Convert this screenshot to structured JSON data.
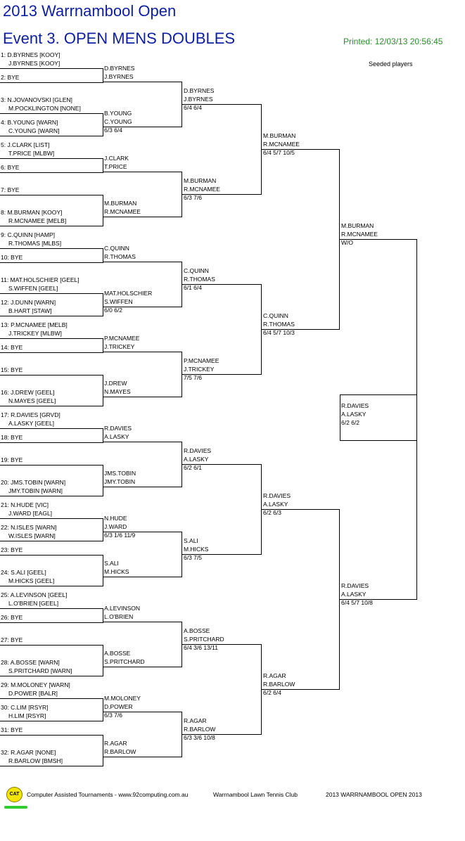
{
  "header": {
    "title": "2013 Warrnambool Open",
    "event": "Event 3. OPEN MENS DOUBLES",
    "printed": "Printed: 12/03/13 20:56:45",
    "seeded_note": "Seeded players"
  },
  "round1": [
    [
      "1: D.BYRNES [KOOY]",
      "J.BYRNES [KOOY]"
    ],
    [
      "2: BYE"
    ],
    [
      "3: N.JOVANOVSKI [GLEN]",
      "M.POCKLINGTON [NONE]"
    ],
    [
      "4: B.YOUNG [WARN]",
      "C.YOUNG [WARN]"
    ],
    [
      "5: J.CLARK [LIST]",
      "T.PRICE [MLBW]"
    ],
    [
      "6: BYE"
    ],
    [
      "7: BYE"
    ],
    [
      "8: M.BURMAN [KOOY]",
      "R.MCNAMEE [MELB]"
    ],
    [
      "9: C.QUINN [HAMP]",
      "R.THOMAS [MLBS]"
    ],
    [
      "10: BYE"
    ],
    [
      "11: MAT.HOLSCHIER [GEEL]",
      "S.WIFFEN [GEEL]"
    ],
    [
      "12: J.DUNN [WARN]",
      "B.HART [STAW]"
    ],
    [
      "13: P.MCNAMEE [MELB]",
      "J.TRICKEY [MLBW]"
    ],
    [
      "14: BYE"
    ],
    [
      "15: BYE"
    ],
    [
      "16: J.DREW [GEEL]",
      "N.MAYES [GEEL]"
    ],
    [
      "17: R.DAVIES [GRVD]",
      "A.LASKY [GEEL]"
    ],
    [
      "18: BYE"
    ],
    [
      "19: BYE"
    ],
    [
      "20: JMS.TOBIN [WARN]",
      "JMY.TOBIN [WARN]"
    ],
    [
      "21: N.HUDE [VIC]",
      "J.WARD [EAGL]"
    ],
    [
      "22: N.ISLES [WARN]",
      "W.ISLES [WARN]"
    ],
    [
      "23: BYE"
    ],
    [
      "24: S.ALI [GEEL]",
      "M.HICKS [GEEL]"
    ],
    [
      "25: A.LEVINSON [GEEL]",
      "L.O'BRIEN [GEEL]"
    ],
    [
      "26: BYE"
    ],
    [
      "27: BYE"
    ],
    [
      "28: A.BOSSE [WARN]",
      "S.PRITCHARD [WARN]"
    ],
    [
      "29: M.MOLONEY [WARN]",
      "D.POWER [BALR]"
    ],
    [
      "30: C.LIM [RSYR]",
      "H.LIM [RSYR]"
    ],
    [
      "31: BYE"
    ],
    [
      "32: R.AGAR [NONE]",
      "R.BARLOW [BMSH]"
    ]
  ],
  "round2": [
    {
      "p1": "D.BYRNES",
      "p2": "J.BYRNES",
      "score": ""
    },
    {
      "p1": "B.YOUNG",
      "p2": "C.YOUNG",
      "score": "6/3 6/4"
    },
    {
      "p1": "J.CLARK",
      "p2": "T.PRICE",
      "score": ""
    },
    {
      "p1": "M.BURMAN",
      "p2": "R.MCNAMEE",
      "score": ""
    },
    {
      "p1": "C.QUINN",
      "p2": "R.THOMAS",
      "score": ""
    },
    {
      "p1": "MAT.HOLSCHIER",
      "p2": "S.WIFFEN",
      "score": "6/0 6/2"
    },
    {
      "p1": "P.MCNAMEE",
      "p2": "J.TRICKEY",
      "score": ""
    },
    {
      "p1": "J.DREW",
      "p2": "N.MAYES",
      "score": ""
    },
    {
      "p1": "R.DAVIES",
      "p2": "A.LASKY",
      "score": ""
    },
    {
      "p1": "JMS.TOBIN",
      "p2": "JMY.TOBIN",
      "score": ""
    },
    {
      "p1": "N.HUDE",
      "p2": "J.WARD",
      "score": "6/3 1/6 11/9"
    },
    {
      "p1": "S.ALI",
      "p2": "M.HICKS",
      "score": ""
    },
    {
      "p1": "A.LEVINSON",
      "p2": "L.O'BRIEN",
      "score": ""
    },
    {
      "p1": "A.BOSSE",
      "p2": "S.PRITCHARD",
      "score": ""
    },
    {
      "p1": "M.MOLONEY",
      "p2": "D.POWER",
      "score": "6/3 7/6"
    },
    {
      "p1": "R.AGAR",
      "p2": "R.BARLOW",
      "score": ""
    }
  ],
  "round3": [
    {
      "p1": "D.BYRNES",
      "p2": "J.BYRNES",
      "score": "6/4 6/4"
    },
    {
      "p1": "M.BURMAN",
      "p2": "R.MCNAMEE",
      "score": "6/3 7/6"
    },
    {
      "p1": "C.QUINN",
      "p2": "R.THOMAS",
      "score": "6/1 6/4"
    },
    {
      "p1": "P.MCNAMEE",
      "p2": "J.TRICKEY",
      "score": "7/5 7/6"
    },
    {
      "p1": "R.DAVIES",
      "p2": "A.LASKY",
      "score": "6/2 6/1"
    },
    {
      "p1": "S.ALI",
      "p2": "M.HICKS",
      "score": "6/3 7/5"
    },
    {
      "p1": "A.BOSSE",
      "p2": "S.PRITCHARD",
      "score": "6/4 3/6 13/11"
    },
    {
      "p1": "R.AGAR",
      "p2": "R.BARLOW",
      "score": "6/3 3/6 10/8"
    }
  ],
  "round4": [
    {
      "p1": "M.BURMAN",
      "p2": "R.MCNAMEE",
      "score": "6/4 5/7 10/5"
    },
    {
      "p1": "C.QUINN",
      "p2": "R.THOMAS",
      "score": "6/4 5/7 10/3"
    },
    {
      "p1": "R.DAVIES",
      "p2": "A.LASKY",
      "score": "6/2 6/3"
    },
    {
      "p1": "R.AGAR",
      "p2": "R.BARLOW",
      "score": "6/2 6/4"
    }
  ],
  "round5": [
    {
      "p1": "M.BURMAN",
      "p2": "R.MCNAMEE",
      "score": "W/O"
    },
    {
      "p1": "R.DAVIES",
      "p2": "A.LASKY",
      "score": "6/4 5/7 10/8"
    }
  ],
  "final": {
    "p1": "R.DAVIES",
    "p2": "A.LASKY",
    "score": "6/2 6/2"
  },
  "footer": {
    "logo_text": "CAT",
    "credit": "Computer Assisted Tournaments - www.92computing.com.au",
    "club": "Warrnambool Lawn Tennis Club",
    "tournament": "2013 WARRNAMBOOL OPEN 2013"
  }
}
